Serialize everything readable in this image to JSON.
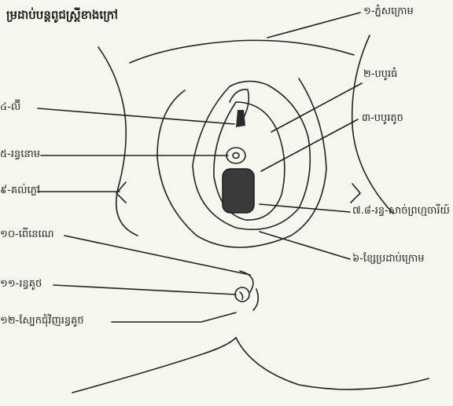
{
  "title": "ម្រដាប់បន្តពូជស្ត្រីខាងក្រៅ",
  "labels": {
    "l1": "១-ភ្នំសក្រោម",
    "l2": "២-បបូរធំ",
    "l3": "៣-បបូរតូច",
    "l4": "៤-ល៊ី",
    "l5": "៥-រន្ធនោម",
    "l6": "៦-ខ្សែប្រដាប់ក្រោម",
    "l78": "៧.៨-រន្ធ-សាច់ព្រហ្មចារីយ៍",
    "l9": "៩-គល់ភ្លៅ",
    "l10": "១០-ពើនេណេ",
    "l11": "១១-រន្ធគូថ",
    "l12": "១២-ស្បែកជុំវិញរន្ធគូថ"
  },
  "colors": {
    "ink": "#222222",
    "fill": "#3a3a3a",
    "paper": "#f6f5ee"
  }
}
